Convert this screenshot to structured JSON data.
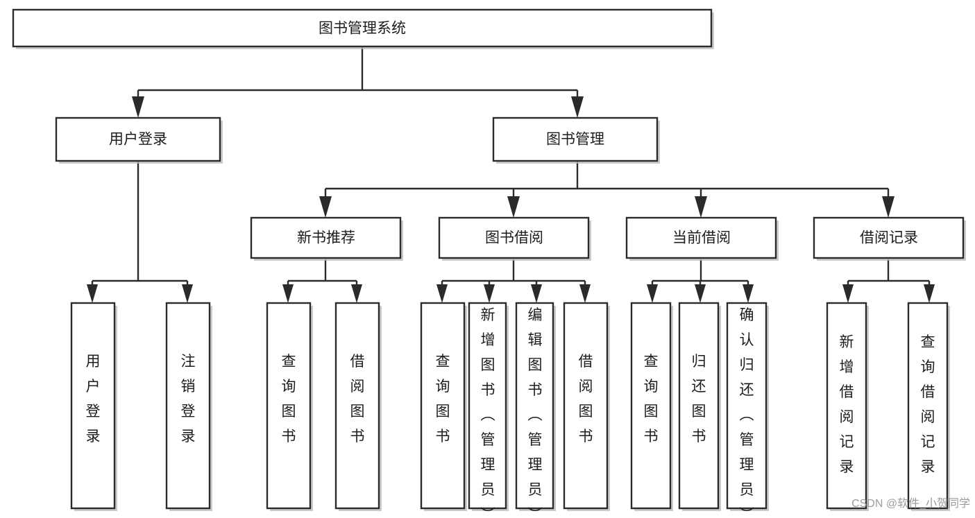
{
  "diagram": {
    "type": "hierarchy-tree",
    "title": "图书管理系统",
    "orientation": "top-down",
    "colors": {
      "box_fill": "#ffffff",
      "box_stroke": "#2b2b2b",
      "text": "#1c1c1c",
      "background": "#ffffff",
      "watermark": "#9a9a9a"
    },
    "root": {
      "label": "图书管理系统"
    },
    "level2": [
      {
        "label": "用户登录"
      },
      {
        "label": "图书管理"
      }
    ],
    "level3": [
      {
        "label": "新书推荐"
      },
      {
        "label": "图书借阅"
      },
      {
        "label": "当前借阅"
      },
      {
        "label": "借阅记录"
      }
    ],
    "leaves": {
      "user_login": [
        {
          "label": "用户登录"
        },
        {
          "label": "注销登录"
        }
      ],
      "new_book_recommend": [
        {
          "label": "查询图书"
        },
        {
          "label": "借阅图书"
        }
      ],
      "book_borrow": [
        {
          "label": "查询图书"
        },
        {
          "label": "新增图书（管理员）"
        },
        {
          "label": "编辑图书（管理员）"
        },
        {
          "label": "借阅图书"
        }
      ],
      "current_borrow": [
        {
          "label": "查询图书"
        },
        {
          "label": "归还图书"
        },
        {
          "label": "确认归还（管理员）"
        }
      ],
      "borrow_record": [
        {
          "label": "新增借阅记录"
        },
        {
          "label": "查询借阅记录"
        }
      ]
    }
  },
  "watermark": {
    "text": "CSDN @软件_小贺同学"
  }
}
